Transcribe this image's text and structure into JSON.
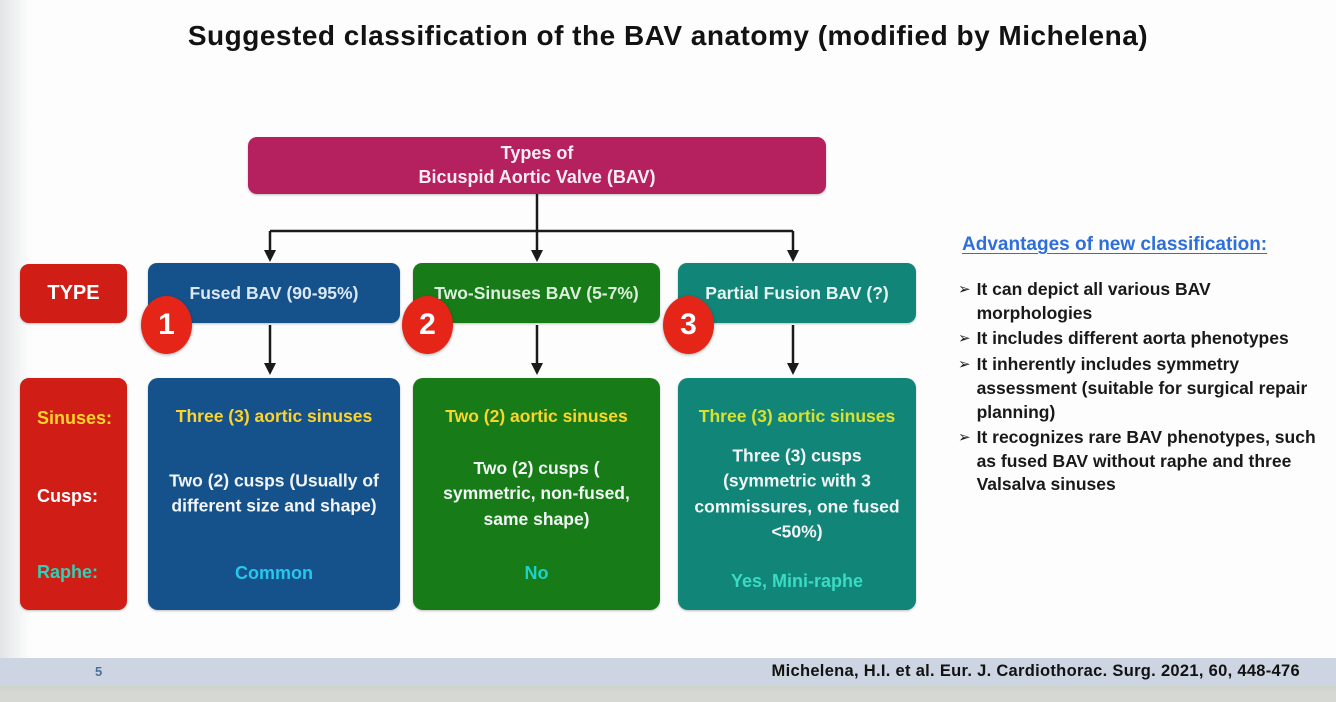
{
  "slide": {
    "title": "Suggested classification of the BAV anatomy (modified by Michelena)",
    "page_number": "5",
    "citation": "Michelena, H.I. et al. Eur. J. Cardiothorac. Surg. 2021, 60, 448-476"
  },
  "diagram": {
    "root": {
      "line1": "Types of",
      "line2": "Bicuspid Aortic Valve (BAV)"
    },
    "type_header": "TYPE",
    "row_labels": {
      "sinuses": "Sinuses:",
      "cusps": "Cusps:",
      "raphe": "Raphe:"
    },
    "types": [
      {
        "number": "1",
        "name": "Fused BAV (90-95%)",
        "sinuses": "Three (3) aortic sinuses",
        "cusps": "Two (2) cusps (Usually of different size and shape)",
        "raphe": "Common"
      },
      {
        "number": "2",
        "name": "Two-Sinuses BAV (5-7%)",
        "sinuses": "Two (2) aortic sinuses",
        "cusps": "Two (2) cusps ( symmetric, non-fused, same shape)",
        "raphe": "No"
      },
      {
        "number": "3",
        "name": "Partial Fusion BAV (?)",
        "sinuses": "Three (3) aortic sinuses",
        "cusps": "Three (3) cusps (symmetric with 3 commissures, one fused <50%)",
        "raphe": "Yes, Mini-raphe"
      }
    ]
  },
  "advantages": {
    "heading": "Advantages of new classification:",
    "bullet_icon": "➢",
    "bullets": [
      "It can depict all various BAV morphologies",
      "It includes different aorta phenotypes",
      "It inherently includes symmetry assessment (suitable for surgical repair planning)",
      "It recognizes rare BAV phenotypes, such as fused BAV without raphe and three Valsalva sinuses"
    ]
  },
  "colors": {
    "root_box": "#b5205f",
    "red_label_box": "#d01d15",
    "number_badge": "#e62519",
    "type1_box": "#15528b",
    "type2_box": "#177c17",
    "type3_box": "#108578",
    "sinuses_text": "#ffd42a",
    "cusps_text": "#ffffff",
    "raphe_text_type1": "#25c8ea",
    "raphe_text_type2": "#1fd0c8",
    "raphe_text_type3": "#3adbc0",
    "advantages_heading": "#2e6fd9",
    "footer_band": "#ccd5e1"
  }
}
